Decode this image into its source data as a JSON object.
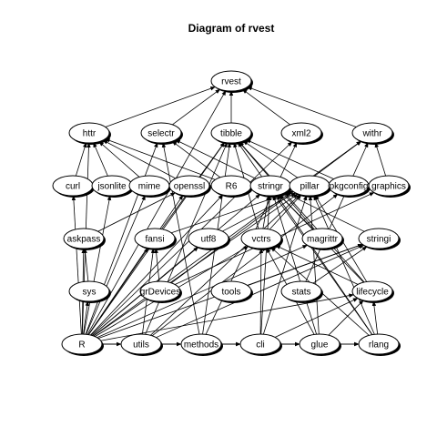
{
  "title": "Diagram of rvest",
  "nodes": [
    {
      "id": "rvest",
      "label": "rvest"
    },
    {
      "id": "httr",
      "label": "httr"
    },
    {
      "id": "selectr",
      "label": "selectr"
    },
    {
      "id": "tibble",
      "label": "tibble"
    },
    {
      "id": "xml2",
      "label": "xml2"
    },
    {
      "id": "withr",
      "label": "withr"
    },
    {
      "id": "curl",
      "label": "curl"
    },
    {
      "id": "jsonlite",
      "label": "jsonlite"
    },
    {
      "id": "mime",
      "label": "mime"
    },
    {
      "id": "openssl",
      "label": "openssl"
    },
    {
      "id": "R6",
      "label": "R6"
    },
    {
      "id": "stringr",
      "label": "stringr"
    },
    {
      "id": "pillar",
      "label": "pillar"
    },
    {
      "id": "pkgconfig",
      "label": "pkgconfig"
    },
    {
      "id": "graphics",
      "label": "graphics"
    },
    {
      "id": "askpass",
      "label": "askpass"
    },
    {
      "id": "fansi",
      "label": "fansi"
    },
    {
      "id": "utf8",
      "label": "utf8"
    },
    {
      "id": "vctrs",
      "label": "vctrs"
    },
    {
      "id": "magrittr",
      "label": "magrittr"
    },
    {
      "id": "stringi",
      "label": "stringi"
    },
    {
      "id": "sys",
      "label": "sys"
    },
    {
      "id": "grDevices",
      "label": "grDevices"
    },
    {
      "id": "tools",
      "label": "tools"
    },
    {
      "id": "stats",
      "label": "stats"
    },
    {
      "id": "lifecycle",
      "label": "lifecycle"
    },
    {
      "id": "R",
      "label": "R"
    },
    {
      "id": "utils",
      "label": "utils"
    },
    {
      "id": "methods",
      "label": "methods"
    },
    {
      "id": "cli",
      "label": "cli"
    },
    {
      "id": "glue",
      "label": "glue"
    },
    {
      "id": "rlang",
      "label": "rlang"
    }
  ],
  "edges": [
    [
      "httr",
      "rvest"
    ],
    [
      "selectr",
      "rvest"
    ],
    [
      "tibble",
      "rvest"
    ],
    [
      "xml2",
      "rvest"
    ],
    [
      "withr",
      "rvest"
    ],
    [
      "curl",
      "httr"
    ],
    [
      "jsonlite",
      "httr"
    ],
    [
      "mime",
      "httr"
    ],
    [
      "openssl",
      "httr"
    ],
    [
      "R6",
      "httr"
    ],
    [
      "stringr",
      "selectr"
    ],
    [
      "methods",
      "selectr"
    ],
    [
      "R6",
      "selectr"
    ],
    [
      "pillar",
      "tibble"
    ],
    [
      "pkgconfig",
      "tibble"
    ],
    [
      "fansi",
      "tibble"
    ],
    [
      "vctrs",
      "tibble"
    ],
    [
      "lifecycle",
      "tibble"
    ],
    [
      "magrittr",
      "tibble"
    ],
    [
      "rlang",
      "tibble"
    ],
    [
      "methods",
      "tibble"
    ],
    [
      "utils",
      "tibble"
    ],
    [
      "methods",
      "xml2"
    ],
    [
      "graphics",
      "withr"
    ],
    [
      "grDevices",
      "withr"
    ],
    [
      "stats",
      "withr"
    ],
    [
      "askpass",
      "openssl"
    ],
    [
      "sys",
      "askpass"
    ],
    [
      "magrittr",
      "stringr"
    ],
    [
      "stringi",
      "stringr"
    ],
    [
      "glue",
      "stringr"
    ],
    [
      "vctrs",
      "stringr"
    ],
    [
      "cli",
      "stringr"
    ],
    [
      "lifecycle",
      "stringr"
    ],
    [
      "rlang",
      "stringr"
    ],
    [
      "utf8",
      "pillar"
    ],
    [
      "fansi",
      "pillar"
    ],
    [
      "vctrs",
      "pillar"
    ],
    [
      "cli",
      "pillar"
    ],
    [
      "glue",
      "pillar"
    ],
    [
      "lifecycle",
      "pillar"
    ],
    [
      "rlang",
      "pillar"
    ],
    [
      "utils",
      "pillar"
    ],
    [
      "utils",
      "pkgconfig"
    ],
    [
      "grDevices",
      "graphics"
    ],
    [
      "grDevices",
      "fansi"
    ],
    [
      "utils",
      "fansi"
    ],
    [
      "cli",
      "vctrs"
    ],
    [
      "glue",
      "vctrs"
    ],
    [
      "rlang",
      "vctrs"
    ],
    [
      "lifecycle",
      "vctrs"
    ],
    [
      "tools",
      "stringi"
    ],
    [
      "utils",
      "stringi"
    ],
    [
      "stats",
      "stringi"
    ],
    [
      "glue",
      "lifecycle"
    ],
    [
      "rlang",
      "lifecycle"
    ],
    [
      "cli",
      "lifecycle"
    ],
    [
      "utils",
      "cli"
    ],
    [
      "methods",
      "glue"
    ],
    [
      "utils",
      "rlang"
    ],
    [
      "R",
      "rvest"
    ],
    [
      "R",
      "httr"
    ],
    [
      "R",
      "selectr"
    ],
    [
      "R",
      "tibble"
    ],
    [
      "R",
      "xml2"
    ],
    [
      "R",
      "withr"
    ],
    [
      "R",
      "curl"
    ],
    [
      "R",
      "jsonlite"
    ],
    [
      "R",
      "mime"
    ],
    [
      "R",
      "openssl"
    ],
    [
      "R",
      "R6"
    ],
    [
      "R",
      "stringr"
    ],
    [
      "R",
      "pillar"
    ],
    [
      "R",
      "askpass"
    ],
    [
      "R",
      "fansi"
    ],
    [
      "R",
      "utf8"
    ],
    [
      "R",
      "vctrs"
    ],
    [
      "R",
      "magrittr"
    ],
    [
      "R",
      "stringi"
    ],
    [
      "R",
      "sys"
    ],
    [
      "R",
      "lifecycle"
    ],
    [
      "R",
      "cli"
    ],
    [
      "R",
      "glue"
    ],
    [
      "R",
      "rlang"
    ],
    [
      "R",
      "methods"
    ],
    [
      "R",
      "utils"
    ]
  ]
}
